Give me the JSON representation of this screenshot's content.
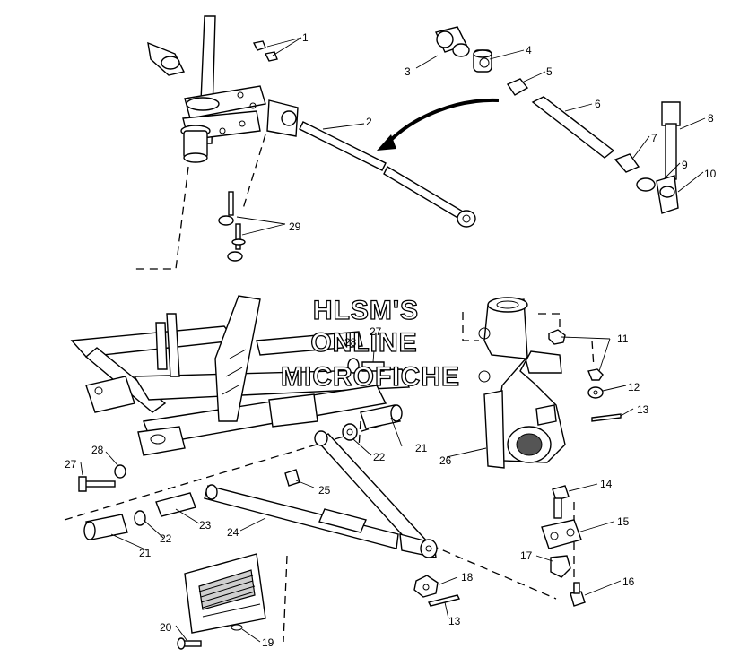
{
  "watermark": {
    "line1": "HLSM'S",
    "line2": "ONLINE",
    "line3": "MICROFICHE"
  },
  "callouts": [
    {
      "id": "c1",
      "text": "1"
    },
    {
      "id": "c2",
      "text": "2"
    },
    {
      "id": "c3",
      "text": "3"
    },
    {
      "id": "c4",
      "text": "4"
    },
    {
      "id": "c5",
      "text": "5"
    },
    {
      "id": "c6",
      "text": "6"
    },
    {
      "id": "c7",
      "text": "7"
    },
    {
      "id": "c8",
      "text": "8"
    },
    {
      "id": "c9",
      "text": "9"
    },
    {
      "id": "c10",
      "text": "10"
    },
    {
      "id": "c11",
      "text": "11"
    },
    {
      "id": "c12",
      "text": "12"
    },
    {
      "id": "c13a",
      "text": "13"
    },
    {
      "id": "c13b",
      "text": "13"
    },
    {
      "id": "c14",
      "text": "14"
    },
    {
      "id": "c15",
      "text": "15"
    },
    {
      "id": "c16",
      "text": "16"
    },
    {
      "id": "c17",
      "text": "17"
    },
    {
      "id": "c18",
      "text": "18"
    },
    {
      "id": "c19",
      "text": "19"
    },
    {
      "id": "c20",
      "text": "20"
    },
    {
      "id": "c21a",
      "text": "21"
    },
    {
      "id": "c21b",
      "text": "21"
    },
    {
      "id": "c22a",
      "text": "22"
    },
    {
      "id": "c22b",
      "text": "22"
    },
    {
      "id": "c23",
      "text": "23"
    },
    {
      "id": "c24",
      "text": "24"
    },
    {
      "id": "c25",
      "text": "25"
    },
    {
      "id": "c26",
      "text": "26"
    },
    {
      "id": "c27a",
      "text": "27"
    },
    {
      "id": "c27b",
      "text": "27"
    },
    {
      "id": "c28a",
      "text": "28"
    },
    {
      "id": "c28b",
      "text": "28"
    },
    {
      "id": "c29",
      "text": "29"
    }
  ]
}
